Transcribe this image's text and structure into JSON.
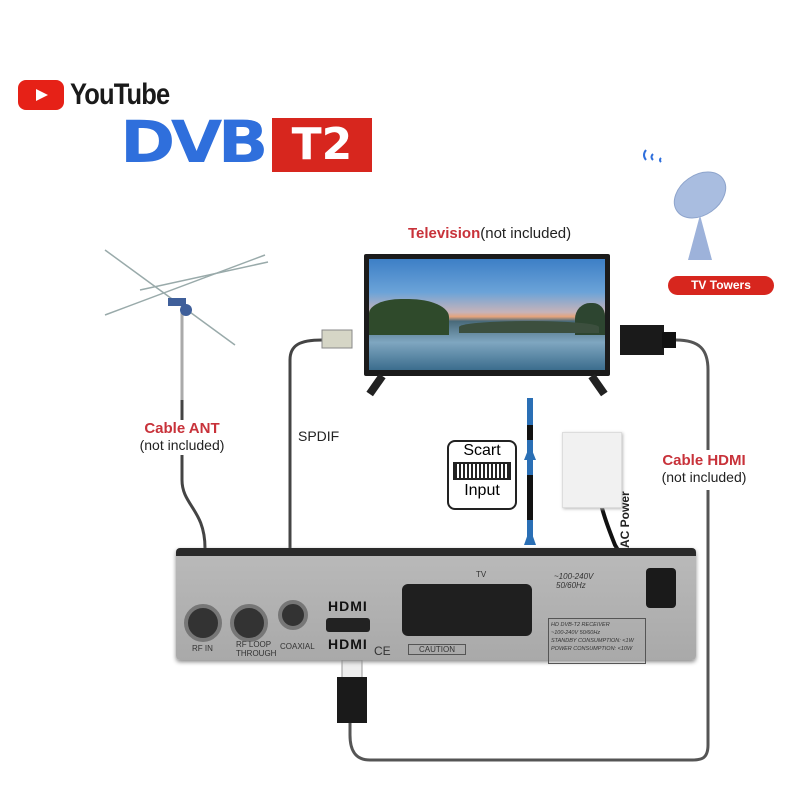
{
  "branding": {
    "youtube_label": "YouTube",
    "dvb_label": "DVB",
    "t2_label": "T2",
    "colors": {
      "youtube_red": "#e62117",
      "dvb_blue": "#2f6fdc",
      "t2_red": "#d7261e"
    }
  },
  "television": {
    "title": "Television",
    "note": "(not included)"
  },
  "tv_towers": {
    "label": "TV Towers",
    "icon": "satellite-dish-icon"
  },
  "cables": {
    "antenna": {
      "title": "Cable ANT",
      "note": "(not included)"
    },
    "spdif": {
      "title": "SPDIF"
    },
    "hdmi": {
      "title": "Cable HDMI",
      "note": "(not included)"
    },
    "ac_power": {
      "title": "AC Power"
    },
    "scart": {
      "line1": "Scart",
      "line2": "Input"
    }
  },
  "receiver": {
    "ports": {
      "rf_in": "RF IN",
      "rf_loop": "RF LOOP",
      "rf_loop2": "THROUGH",
      "coaxial": "COAXIAL",
      "hdmi_top": "HDMI",
      "hdmi_bottom": "HDMI",
      "tv": "TV",
      "ce": "CE",
      "caution": "CAUTION"
    },
    "power_rating": {
      "line1": "~100-240V",
      "line2": "50/60Hz"
    },
    "info_label": {
      "line1": "HD DVB-T2 RECEIVER",
      "line2": "~100-240V 50/60Hz",
      "line3": "STANDBY CONSUMPTION: <1W",
      "line4": "POWER CONSUMPTION: <10W"
    }
  }
}
